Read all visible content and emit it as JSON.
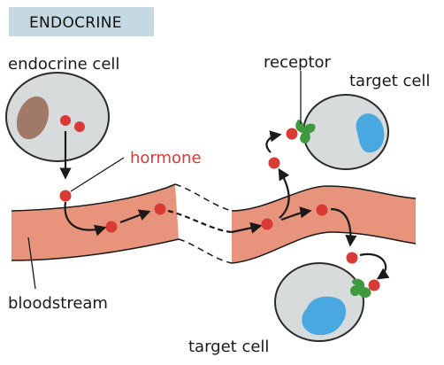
{
  "title": "ENDOCRINE",
  "labels": {
    "endocrine_cell": "endocrine cell",
    "hormone": "hormone",
    "receptor": "receptor",
    "target_cell_top": "target cell",
    "target_cell_bottom": "target cell",
    "bloodstream": "bloodstream"
  },
  "colors": {
    "title_box": "#c5d9e3",
    "cell_fill": "#d7dbdc",
    "cell_stroke": "#2b2b2b",
    "nucleus_endocrine": "#a07968",
    "nucleus_target": "#4aa8e0",
    "hormone": "#d93a35",
    "hormone_label": "#d93a35",
    "receptor": "#3f9a3f",
    "blood": "#e8937b"
  }
}
